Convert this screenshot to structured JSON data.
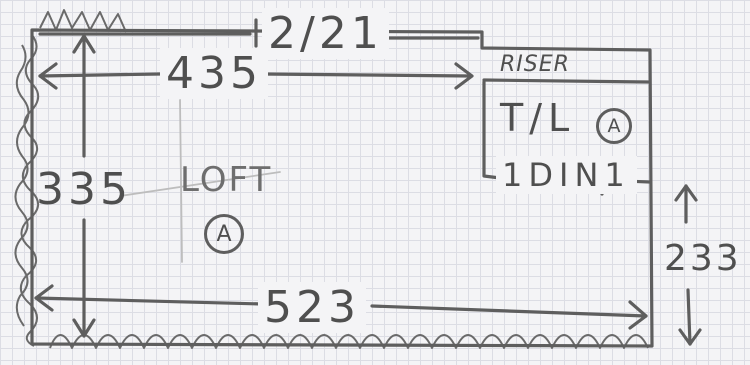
{
  "top_dimension": "2/21",
  "inner_width_dimension": "435",
  "height_dimension": "335",
  "full_width_dimension": "523",
  "right_height_dimension": "233",
  "loft": {
    "name": "LOFT",
    "marker": "A"
  },
  "riser": {
    "title": "RISER",
    "tile_label": "T/L",
    "tile_marker": "A",
    "width_label": "1DIN1"
  }
}
